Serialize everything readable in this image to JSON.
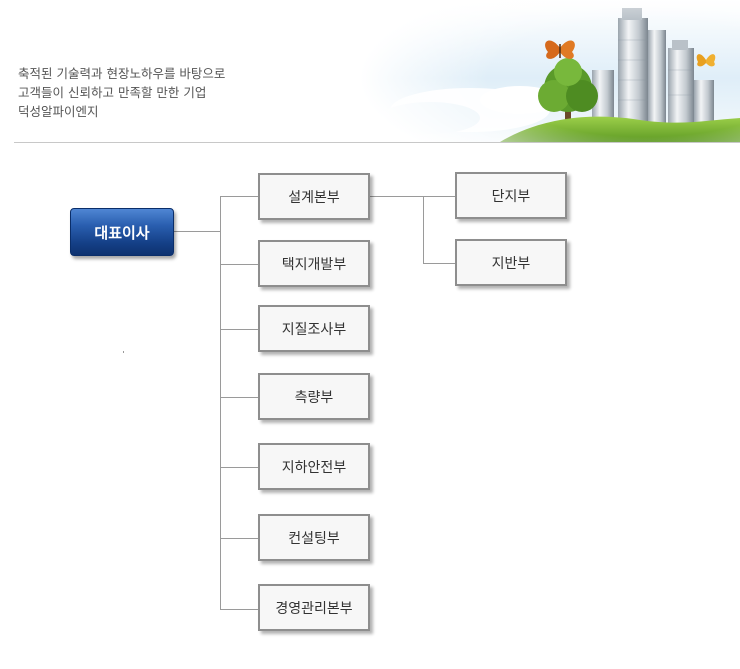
{
  "banner": {
    "slogan_lines": [
      "축적된 기술력과 현장노하우를 바탕으로",
      "고객들이 신뢰하고 만족할 만한 기업",
      "덕성알파이엔지"
    ]
  },
  "org_chart": {
    "root": "대표이사",
    "divisions": [
      "설계본부",
      "택지개발부",
      "지질조사부",
      "측량부",
      "지하안전부",
      "컨설팅부",
      "경영관리본부"
    ],
    "design_sub_units": [
      "단지부",
      "지반부"
    ]
  }
}
